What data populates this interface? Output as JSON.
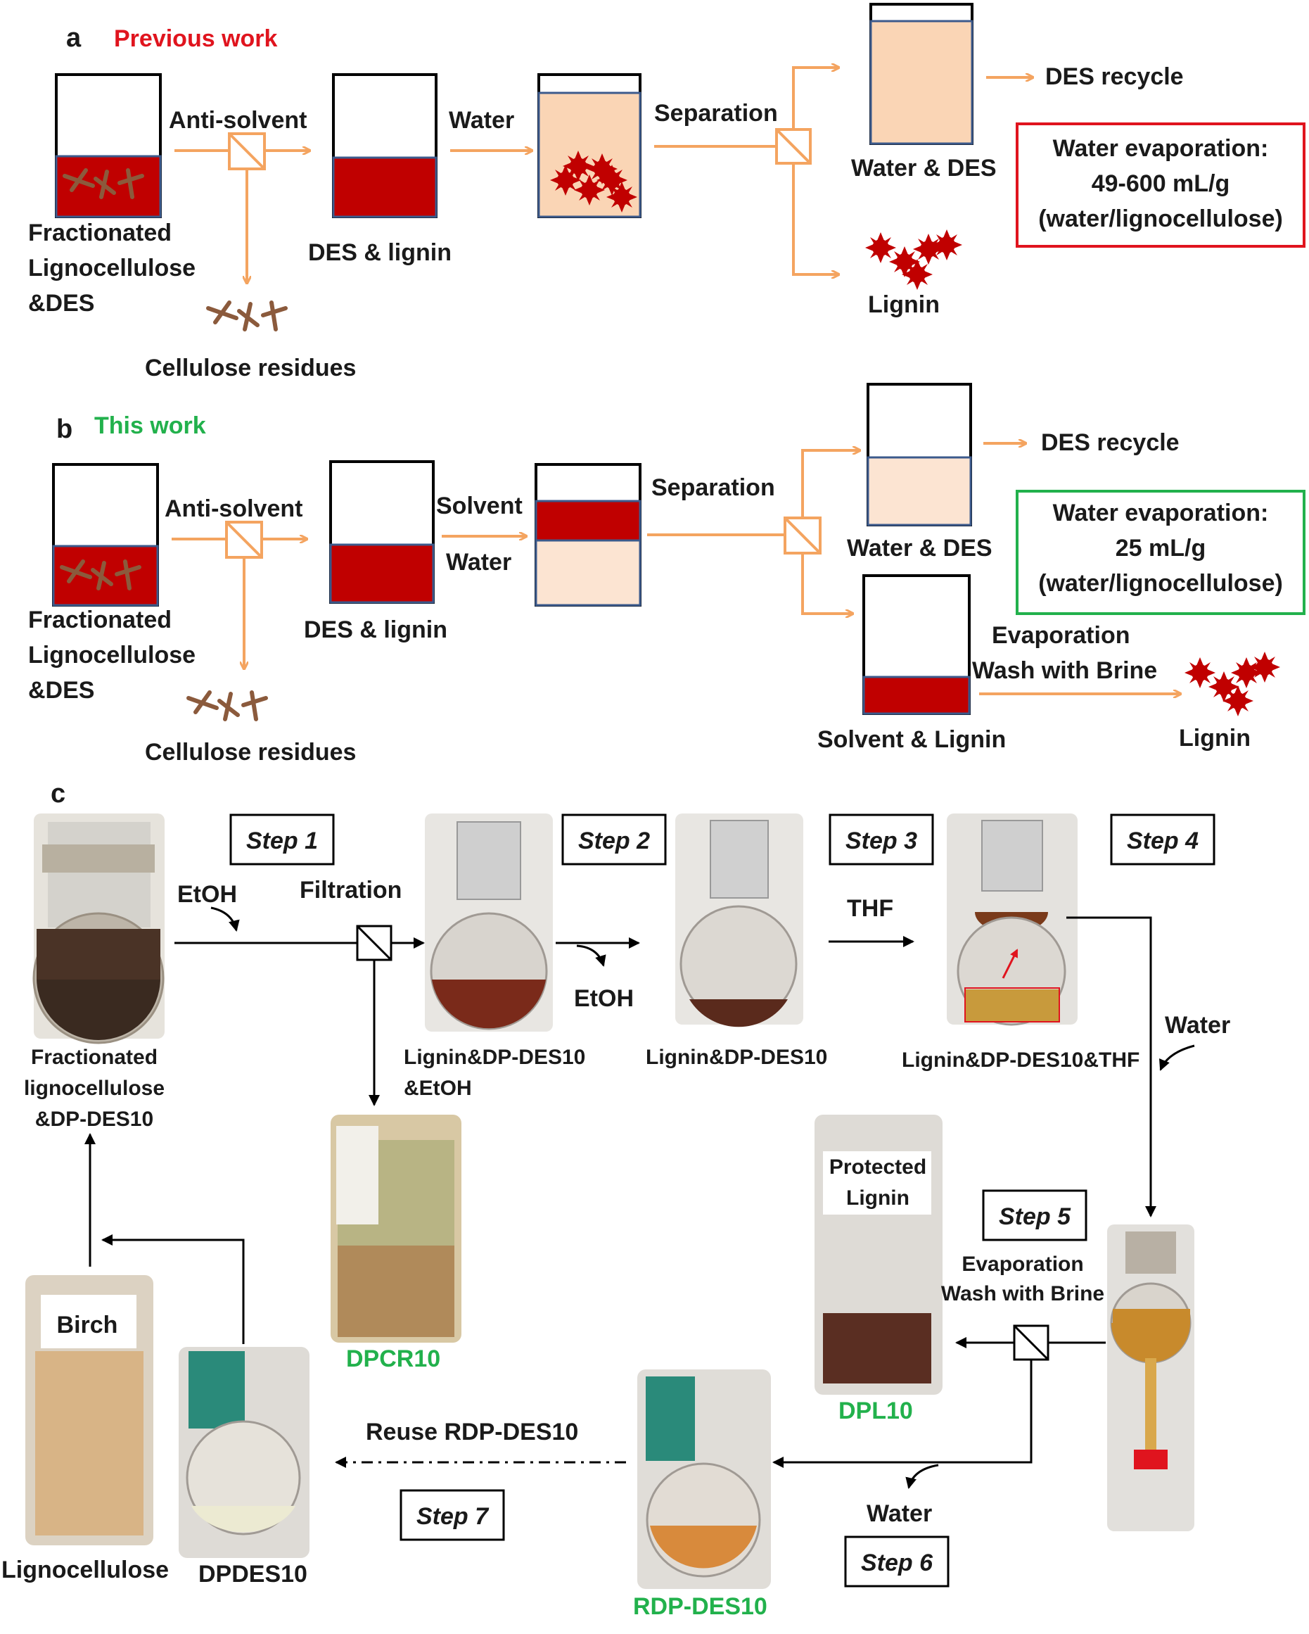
{
  "panel_a": {
    "letter": "a",
    "title": "Previous work",
    "start_label": [
      "Fractionated",
      "Lignocellulose",
      "&DES"
    ],
    "anti_solvent": "Anti-solvent",
    "residues": "Cellulose residues",
    "des_lignin": "DES & lignin",
    "water": "Water",
    "separation": "Separation",
    "water_des": "Water & DES",
    "des_recycle": "DES recycle",
    "lignin": "Lignin",
    "evap_box": [
      "Water evaporation:",
      "49-600 mL/g",
      "(water/lignocellulose)"
    ]
  },
  "panel_b": {
    "letter": "b",
    "title": "This work",
    "start_label": [
      "Fractionated",
      "Lignocellulose",
      "&DES"
    ],
    "anti_solvent": "Anti-solvent",
    "residues": "Cellulose residues",
    "des_lignin": "DES & lignin",
    "solvent": "Solvent",
    "water": "Water",
    "separation": "Separation",
    "water_des": "Water & DES",
    "des_recycle": "DES recycle",
    "evap_box": [
      "Water evaporation:",
      "25 mL/g",
      "(water/lignocellulose)"
    ],
    "evaporation": "Evaporation",
    "wash": "Wash with Brine",
    "solvent_lignin": "Solvent & Lignin",
    "lignin": "Lignin"
  },
  "panel_c": {
    "letter": "c",
    "steps": [
      "Step 1",
      "Step 2",
      "Step 3",
      "Step 4",
      "Step 5",
      "Step 6",
      "Step 7"
    ],
    "etoh_in": "EtOH",
    "filtration": "Filtration",
    "etoh_out": "EtOH",
    "thf": "THF",
    "water_in": "Water",
    "water_out": "Water",
    "flask1_label": [
      "Fractionated",
      "lignocellulose",
      "&DP-DES10"
    ],
    "flask2_label": [
      "Lignin&DP-DES10",
      "&EtOH"
    ],
    "flask3_label": "Lignin&DP-DES10",
    "flask4_label": "Lignin&DP-DES10&THF",
    "dpcr": "DPCR10",
    "protected": [
      "Protected",
      "Lignin"
    ],
    "dpl": "DPL10",
    "evaporation": "Evaporation",
    "wash": "Wash with Brine",
    "reuse": "Reuse RDP-DES10",
    "rdp": "RDP-DES10",
    "birch": "Birch",
    "lignocellulose": "Lignocellulose",
    "dpdes": "DPDES10"
  },
  "colors": {
    "orange_arrow": "#f4a460",
    "des_red": "#c00000",
    "light_peach": "#fad5b5",
    "beaker_border": "#3c5a8c",
    "red_box": "#e0141e",
    "green_box": "#22b14c"
  }
}
